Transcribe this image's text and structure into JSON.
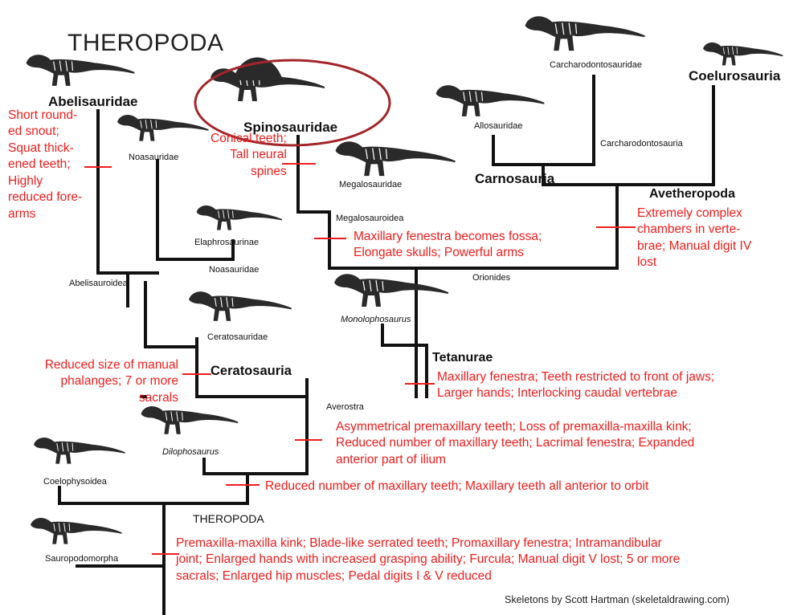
{
  "title": "THEROPODA",
  "clades": {
    "abelisauridae": "Abelisauridae",
    "noasauridae_tip": "Noasauridae",
    "elaphrosaurinae": "Elaphrosaurinae",
    "noasauridae_node": "Noasauridae",
    "abelisauroidea": "Abelisauroidea",
    "ceratosauridae": "Ceratosauridae",
    "ceratosauria": "Ceratosauria",
    "spinosauridae": "Spinosauridae",
    "megalosauridae": "Megalosauridae",
    "megalosauroidea": "Megalosauroidea",
    "allosauridae": "Allosauridae",
    "carcharodontosauridae": "Carcharodontosauridae",
    "carcharodontosauria": "Carcharodontosauria",
    "carnosauria": "Carnosauria",
    "coelurosauria": "Coelurosauria",
    "avetheropoda": "Avetheropoda",
    "orionides": "Orionides",
    "monolophosaurus": "Monolophosaurus",
    "tetanurae": "Tetanurae",
    "averostra": "Averostra",
    "dilophosaurus": "Dilophosaurus",
    "coelophysoidea": "Coelophysoidea",
    "theropoda_node": "THEROPODA",
    "sauropodomorpha": "Sauropodomorpha"
  },
  "characters": {
    "abelisauridae": [
      "Short round-",
      "ed snout;",
      "Squat thick-",
      "ened teeth;",
      "Highly",
      "reduced fore-",
      "arms"
    ],
    "spinosauridae": [
      "Conical teeth;",
      "Tall neural",
      "spines"
    ],
    "megalosauroidea": [
      "Maxillary fenestra becomes fossa;",
      "Elongate skulls; Powerful arms"
    ],
    "avetheropoda": [
      "Extremely complex",
      "chambers in verte-",
      "brae; Manual digit IV",
      "lost"
    ],
    "ceratosauria": [
      "Reduced size of manual",
      "phalanges; 7 or more",
      "sacrals"
    ],
    "tetanurae": [
      "Maxillary fenestra; Teeth restricted to front of jaws;",
      "Larger hands; Interlocking caudal vertebrae"
    ],
    "averostra": [
      "Asymmetrical premaxillary teeth; Loss of premaxilla-maxilla kink;",
      "Reduced number of maxillary teeth; Lacrimal fenestra; Expanded",
      "anterior part of ilium"
    ],
    "dilophosaurus_node": [
      "Reduced number of maxillary teeth; Maxillary teeth all anterior to orbit"
    ],
    "theropoda": [
      "Premaxilla-maxilla kink; Blade-like serrated teeth; Promaxillary fenestra; Intramandibular",
      "joint; Enlarged hands with increased grasping ability; Furcula; Manual digit V lost; 5 or more",
      "sacrals; Enlarged hip muscles; Pedal digits I & V reduced"
    ]
  },
  "credit": "Skeletons by Scott Hartman (skeletaldrawing.com)",
  "colors": {
    "branch": "#111111",
    "character": "#ee1c1c",
    "highlight": "#a3262a"
  },
  "icons": [
    "dinosaur-skeleton-icon"
  ]
}
